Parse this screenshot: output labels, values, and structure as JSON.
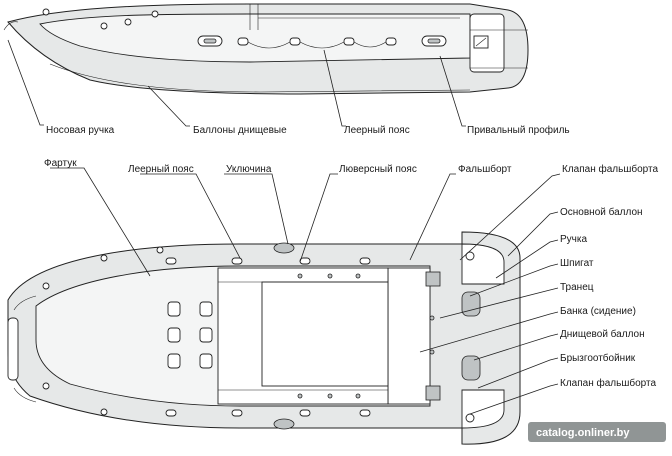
{
  "labels": {
    "nose_handle": "Носовая ручка",
    "bottom_tubes": "Баллоны днищевые",
    "lifeline_top": "Леерный пояс",
    "rub_strake": "Привальный профиль",
    "apron": "Фартук",
    "lifeline": "Леерный пояс",
    "oarlock": "Уключина",
    "grommet_belt": "Люверсный пояс",
    "gunwale": "Фальшборт",
    "gunwale_valve_top": "Клапан фальшборта",
    "main_tube": "Основной баллон",
    "handle": "Ручка",
    "painter": "Шпигат",
    "transom": "Транец",
    "seat": "Банка (сидение)",
    "bottom_tube": "Днищевой баллон",
    "splash_guard": "Брызгоотбойник",
    "gunwale_valve_bottom": "Клапан фальшборта"
  },
  "watermark": "catalog.onliner.by"
}
